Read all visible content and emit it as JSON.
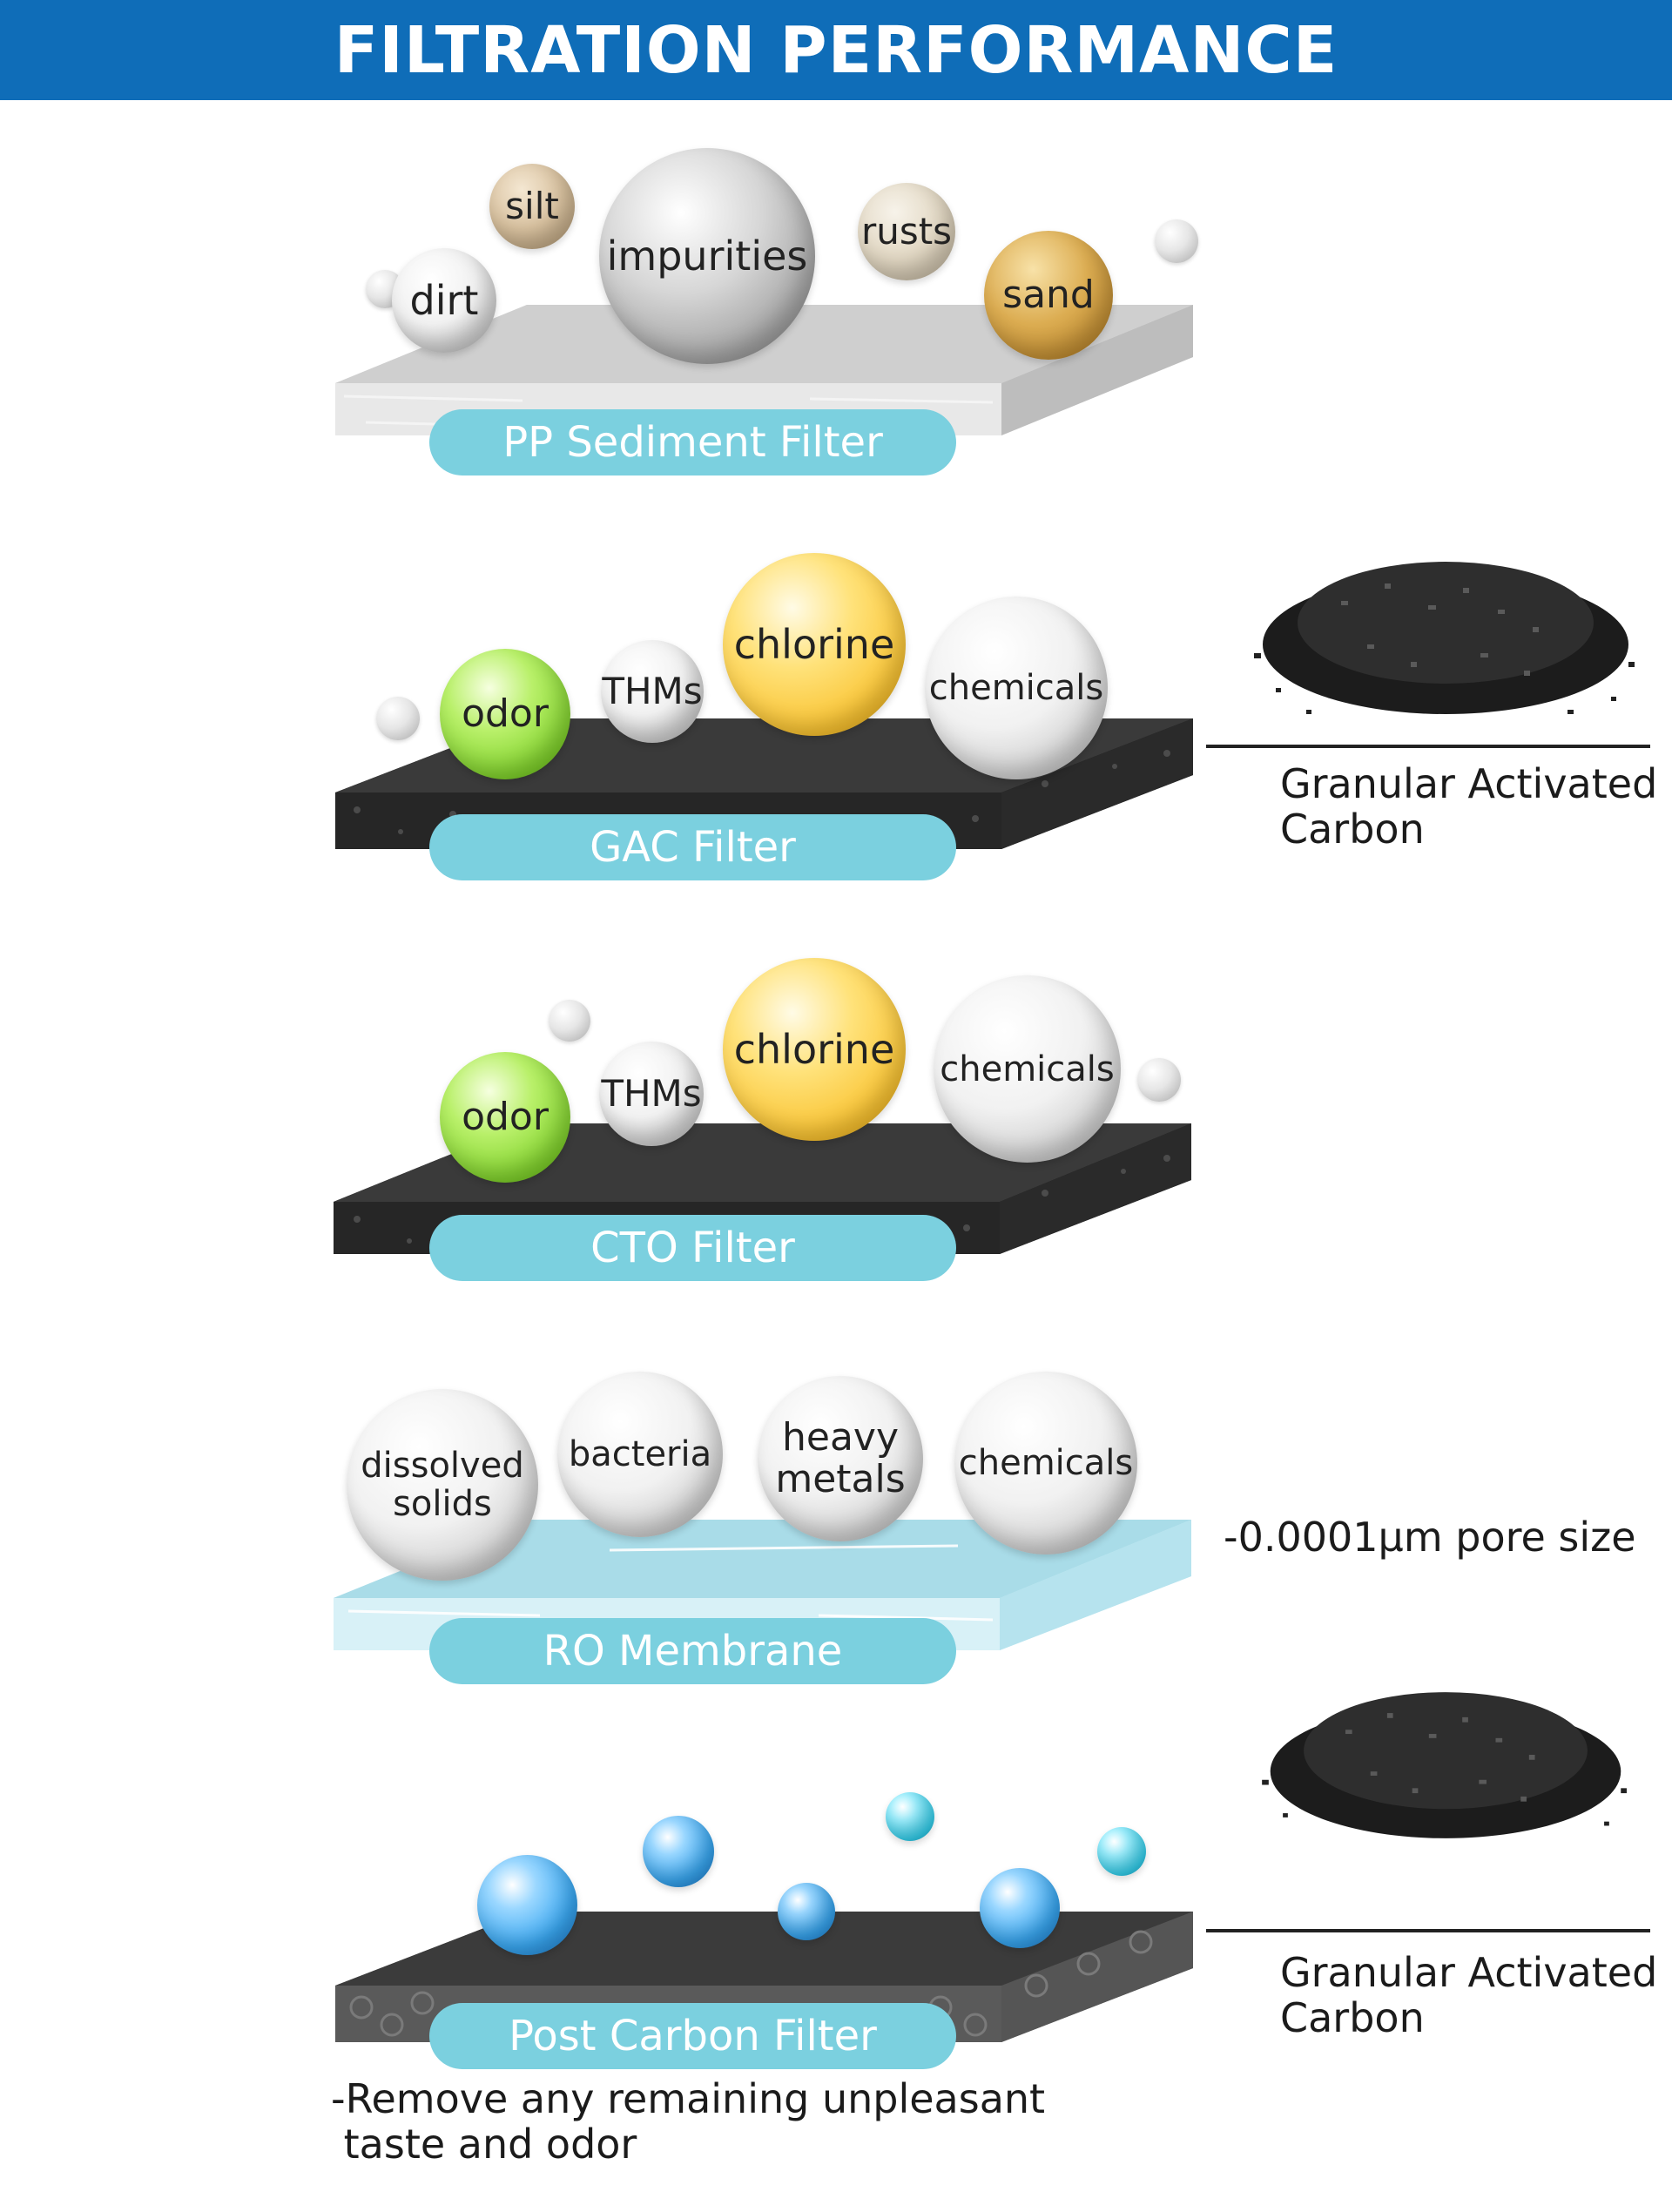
{
  "header": {
    "title": "FILTRATION PERFORMANCE"
  },
  "stages": [
    {
      "label": "PP Sediment Filter",
      "particles": [
        "dirt",
        "silt",
        "impurities",
        "rusts",
        "sand"
      ]
    },
    {
      "label": "GAC Filter",
      "particles": [
        "odor",
        "THMs",
        "chlorine",
        "chemicals"
      ],
      "side_text": "Granular Activated\nCarbon"
    },
    {
      "label": "CTO Filter",
      "particles": [
        "odor",
        "THMs",
        "chlorine",
        "chemicals"
      ]
    },
    {
      "label": "RO Membrane",
      "particles": [
        "dissolved\nsolids",
        "bacteria",
        "heavy\nmetals",
        "chemicals"
      ],
      "side_text": "-0.0001μm pore size"
    },
    {
      "label": "Post Carbon Filter",
      "side_text": "Granular Activated\nCarbon",
      "note": "-Remove any remaining unpleasant\n taste and odor"
    }
  ],
  "colors": {
    "header_bg": "#0f6db8",
    "pill": "#7bd0df",
    "slab_light": "#d4d4d4",
    "slab_dark": "#2e2e2e",
    "slab_ro": "#bfe6f0"
  }
}
